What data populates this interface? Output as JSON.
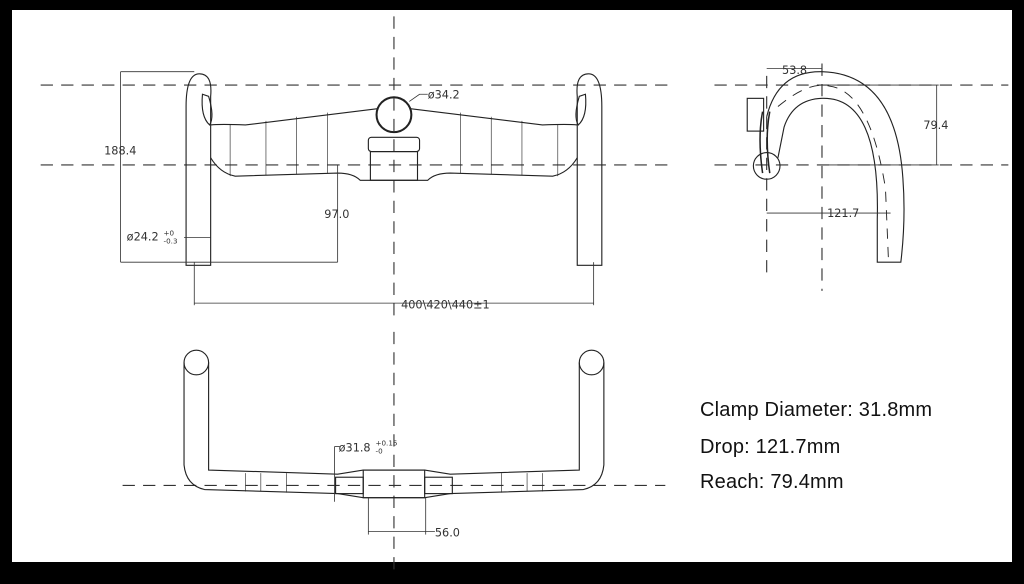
{
  "front_view": {
    "dim_clamp_top": "ø34.2",
    "dim_height": "188.4",
    "dim_drop_center": "97.0",
    "dim_bar_end": "ø24.2",
    "dim_bar_end_tol_plus": "+0",
    "dim_bar_end_tol_minus": "-0.3",
    "dim_width": "400\\420\\440±1"
  },
  "side_view": {
    "dim_offset": "53.8",
    "dim_reach": "79.4",
    "dim_drop": "121.7"
  },
  "top_view": {
    "dim_clamp": "ø31.8",
    "dim_clamp_tol_plus": "+0.15",
    "dim_clamp_tol_minus": "-0",
    "dim_clamp_width": "56.0"
  },
  "specs": [
    "Clamp Diameter: 31.8mm",
    "Drop: 121.7mm",
    "Reach: 79.4mm"
  ]
}
